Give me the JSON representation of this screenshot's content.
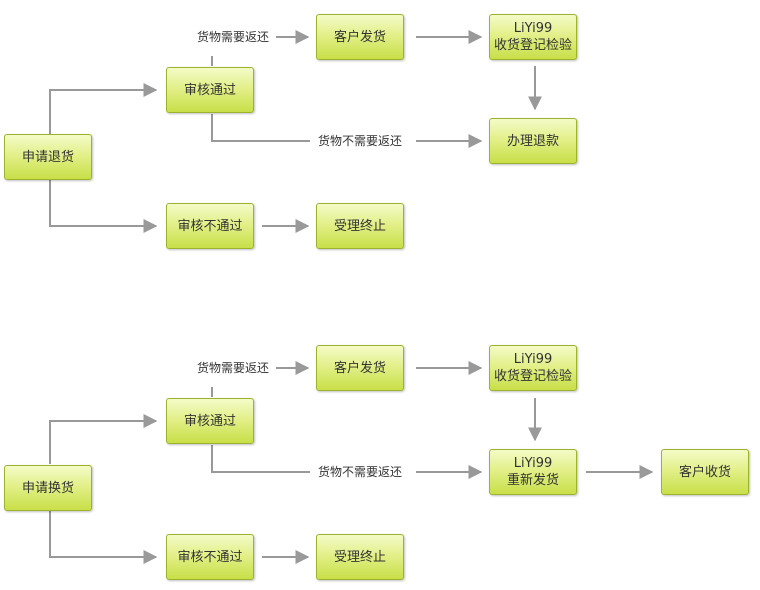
{
  "return_flow": {
    "start": "申请退货",
    "approved": "审核通过",
    "rejected": "审核不通过",
    "customer_ship": "客户发货",
    "inspect_line1": "LiYi99",
    "inspect_line2": "收货登记检验",
    "refund": "办理退款",
    "terminate": "受理终止",
    "label_need_return": "货物需要返还",
    "label_no_return": "货物不需要返还"
  },
  "exchange_flow": {
    "start": "申请换货",
    "approved": "审核通过",
    "rejected": "审核不通过",
    "customer_ship": "客户发货",
    "inspect_line1": "LiYi99",
    "inspect_line2": "收货登记检验",
    "reship_line1": "LiYi99",
    "reship_line2": "重新发货",
    "customer_receive": "客户收货",
    "terminate": "受理终止",
    "label_need_return": "货物需要返还",
    "label_no_return": "货物不需要返还"
  },
  "colors": {
    "node_border": "#9cb32e",
    "node_fill_top": "#f4fbc8",
    "node_fill_bottom": "#c8df48",
    "connector": "#999999"
  }
}
